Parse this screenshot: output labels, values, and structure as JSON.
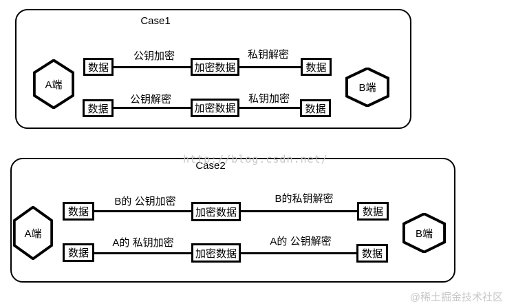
{
  "colors": {
    "line": "#000000",
    "canvas_bg": "#ffffff",
    "watermark": "#c8c8c8"
  },
  "watermarks": {
    "url": "http://blog.csdn.net/",
    "credit": "@稀土掘金技术社区"
  },
  "case1": {
    "title": "Case1",
    "endpoint_a": "A端",
    "endpoint_b": "B端",
    "rows": [
      {
        "source": "数据",
        "forward_label": "公钥加密",
        "middle": "加密数据",
        "backward_label": "私钥解密",
        "target": "数据"
      },
      {
        "source": "数据",
        "forward_label": "公钥解密",
        "middle": "加密数据",
        "backward_label": "私钥加密",
        "target": "数据"
      }
    ]
  },
  "case2": {
    "title": "Case2",
    "endpoint_a": "A端",
    "endpoint_b": "B端",
    "rows": [
      {
        "source": "数据",
        "forward_label": "B的 公钥加密",
        "middle": "加密数据",
        "backward_label": "B的私钥解密",
        "target": "数据"
      },
      {
        "source": "数据",
        "forward_label": "A的 私钥加密",
        "middle": "加密数据",
        "backward_label": "A的 公钥解密",
        "target": "数据"
      }
    ]
  }
}
